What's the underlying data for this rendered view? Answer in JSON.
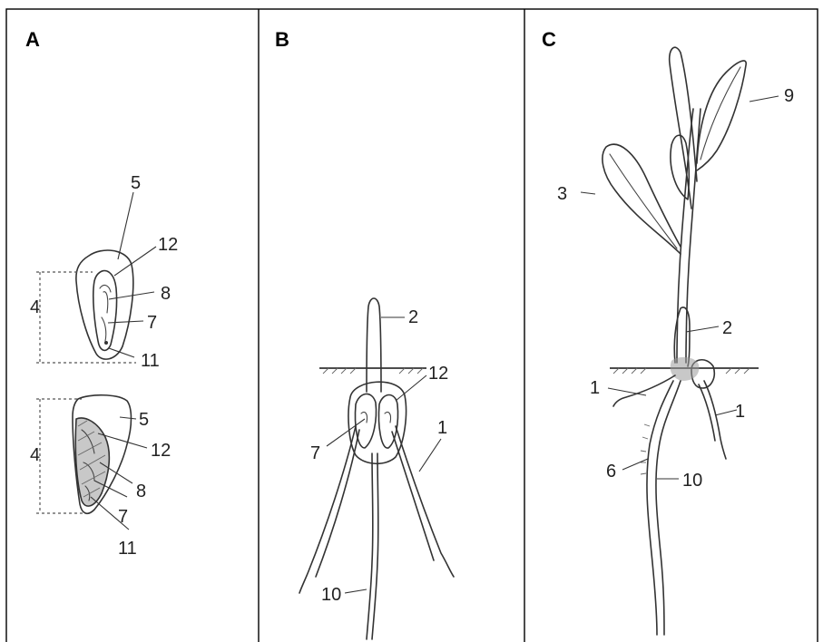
{
  "panels": [
    {
      "title": "A"
    },
    {
      "title": "B"
    },
    {
      "title": "C"
    }
  ],
  "panel_a": {
    "top_seed_labels": [
      "5",
      "12",
      "8",
      "4",
      "7",
      "11"
    ],
    "bottom_seed_labels": [
      "5",
      "4",
      "12",
      "8",
      "7",
      "11"
    ]
  },
  "panel_b": {
    "labels": [
      "2",
      "12",
      "7",
      "1",
      "10"
    ]
  },
  "panel_c": {
    "labels": [
      "9",
      "3",
      "2",
      "1",
      "1",
      "6",
      "10"
    ]
  }
}
